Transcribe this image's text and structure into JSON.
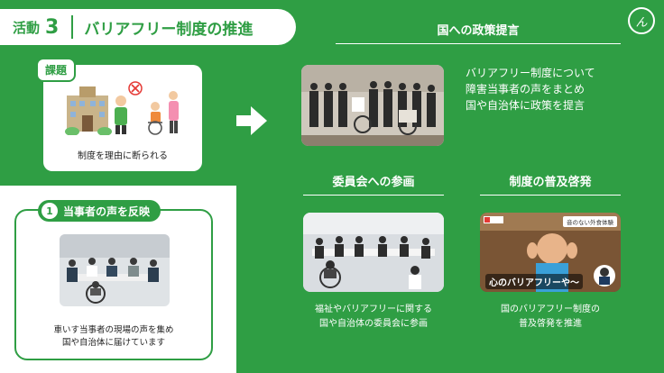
{
  "header": {
    "activity_label": "活動",
    "activity_number": "3",
    "title": "バリアフリー制度の推進"
  },
  "issue": {
    "tag": "課題",
    "caption": "制度を理由に断られる"
  },
  "voice": {
    "number": "1",
    "title": "当事者の声を反映",
    "caption_lines": [
      "車いす当事者の現場の声を集め",
      "国や自治体に届けています"
    ]
  },
  "policy": {
    "heading": "国への政策提言",
    "description_lines": [
      "バリアフリー制度について",
      "障害当事者の声をまとめ",
      "国や自治体に政策を提言"
    ]
  },
  "committee": {
    "heading": "委員会への参画",
    "caption_lines": [
      "福祉やバリアフリーに関する",
      "国や自治体の委員会に参画"
    ]
  },
  "awareness": {
    "heading": "制度の普及啓発",
    "caption_lines": [
      "国のバリアフリー制度の",
      "普及啓発を推進"
    ],
    "video_overlay": "心のバリアフリーや〜",
    "video_tag": "音のない外食体験"
  },
  "colors": {
    "brand_green": "#2f9e44",
    "white": "#ffffff"
  }
}
